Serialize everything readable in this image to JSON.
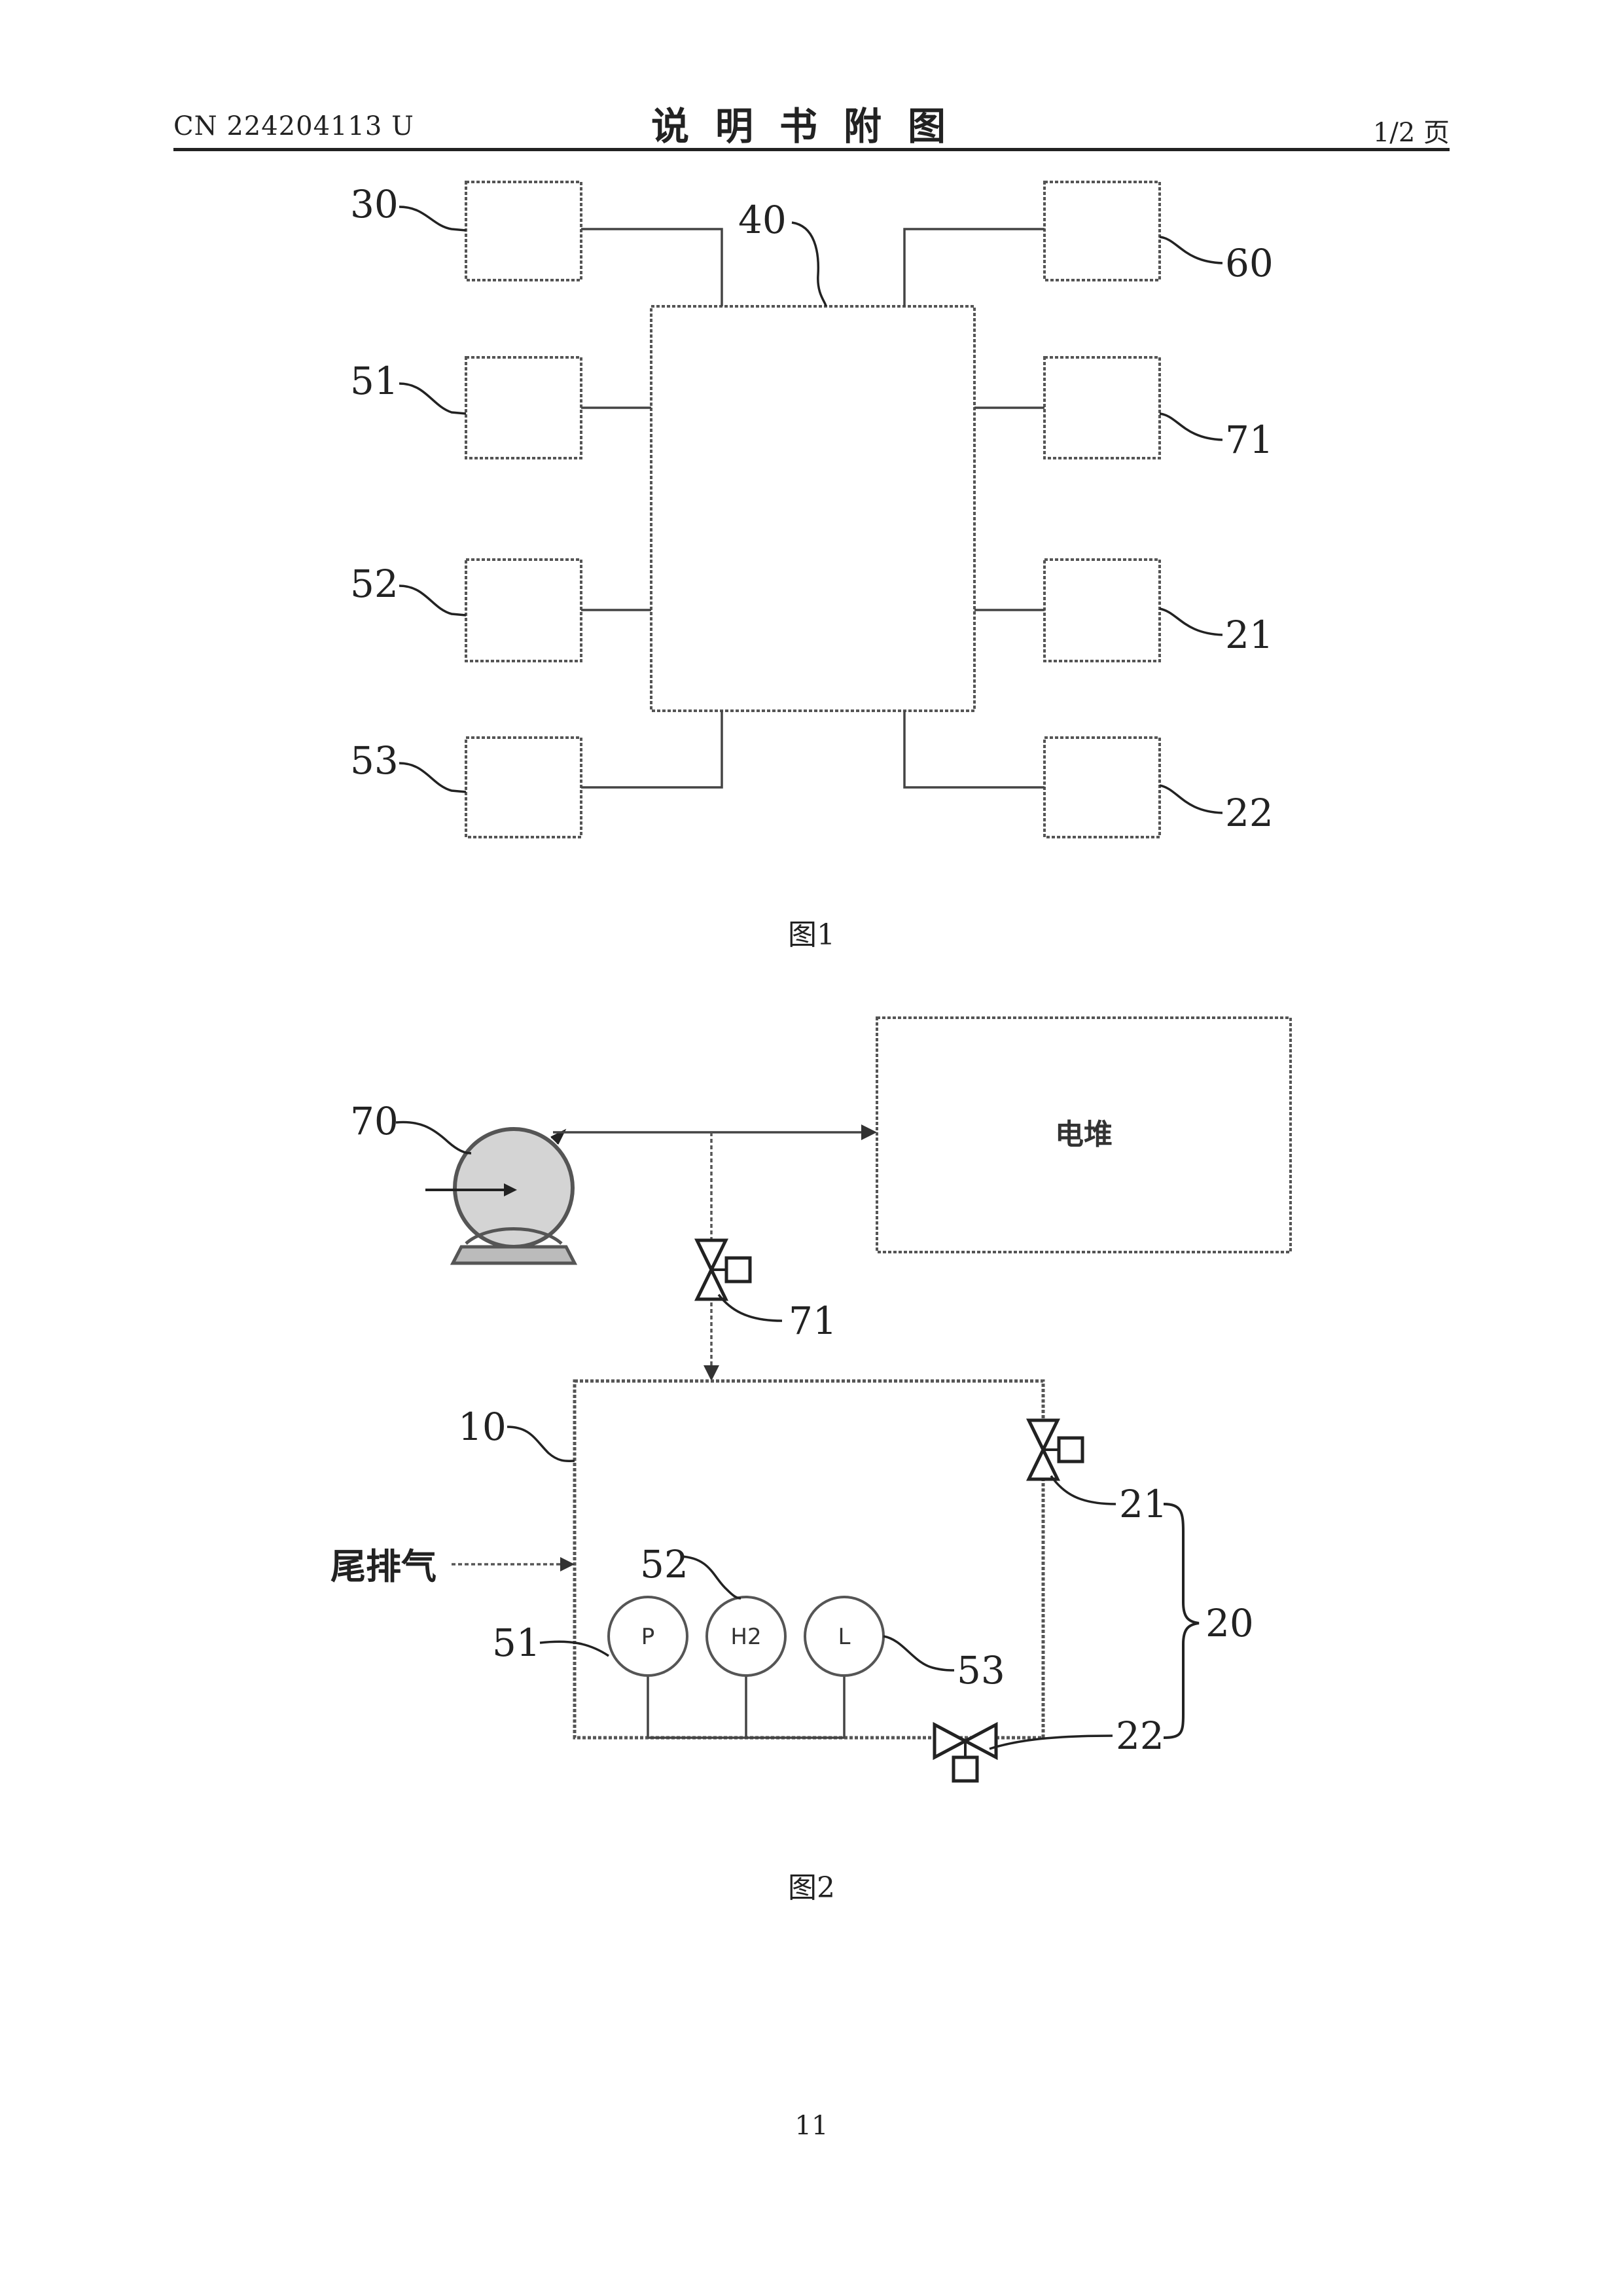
{
  "header": {
    "patent_number": "CN 224204113 U",
    "title": "说明书附图",
    "page_of": "1/2 页"
  },
  "figure1": {
    "caption": "图1",
    "labels": {
      "l30": "30",
      "l40": "40",
      "l60": "60",
      "l51": "51",
      "l71": "71",
      "l52": "52",
      "l21": "21",
      "l53": "53",
      "l22": "22"
    }
  },
  "figure2": {
    "caption": "图2",
    "stack_text": "电堆",
    "exhaust_text": "尾排气",
    "gauges": {
      "pressure": "P",
      "hydrogen": "H2",
      "level": "L"
    },
    "labels": {
      "l70": "70",
      "l71": "71",
      "l10": "10",
      "l21": "21",
      "l20": "20",
      "l52": "52",
      "l51": "51",
      "l53": "53",
      "l22": "22"
    }
  },
  "footer": {
    "page_number": "11"
  }
}
